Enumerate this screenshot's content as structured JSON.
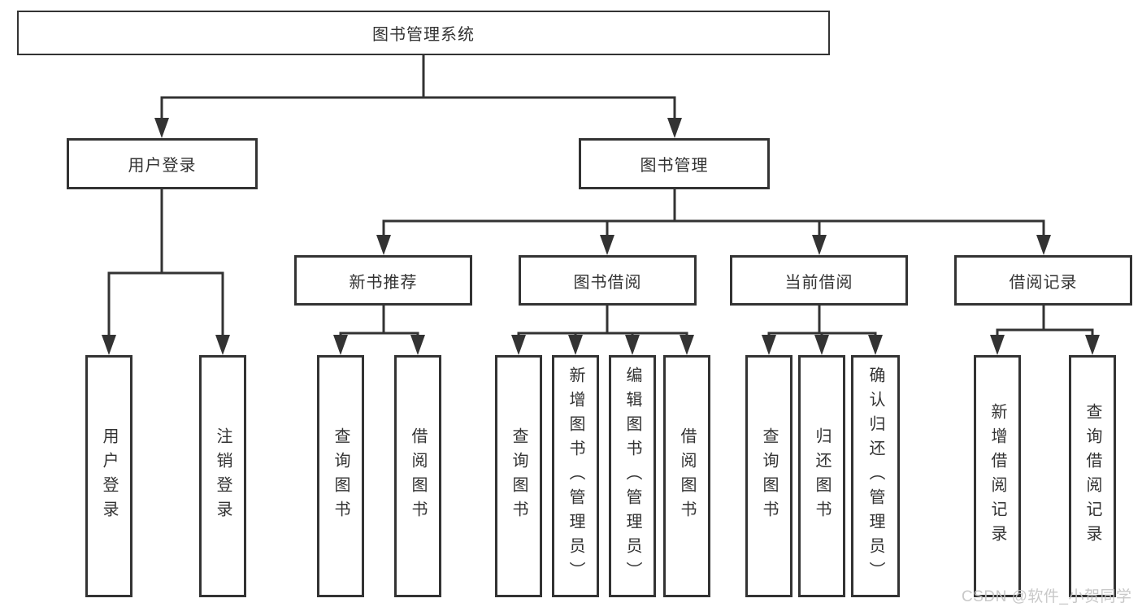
{
  "diagram": {
    "root": "图书管理系统",
    "level2": [
      "用户登录",
      "图书管理"
    ],
    "level3": [
      "新书推荐",
      "图书借阅",
      "当前借阅",
      "借阅记录"
    ],
    "leaves": [
      "用户登录",
      "注销登录",
      "查询图书",
      "借阅图书",
      "查询图书",
      "新增图书（管理员）",
      "编辑图书（管理员）",
      "借阅图书",
      "查询图书",
      "归还图书",
      "确认归还（管理员）",
      "新增借阅记录",
      "查询借阅记录"
    ]
  },
  "colors": {
    "line": "#333333",
    "text": "#333333",
    "box_background": "#ffffff",
    "watermark": "#c5c5c5"
  },
  "watermark": "CSDN @软件_小贺同学"
}
